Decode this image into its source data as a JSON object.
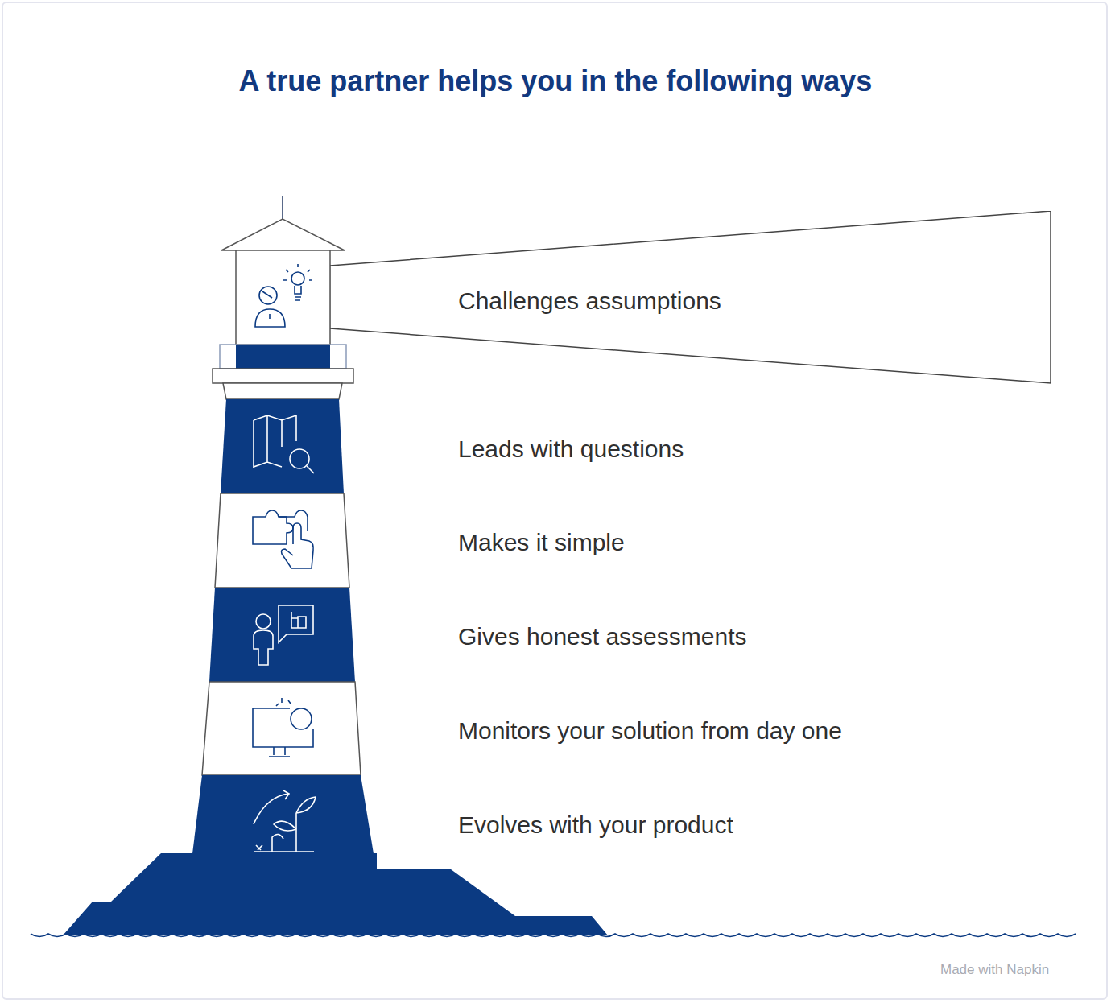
{
  "diagram": {
    "title": "A true partner helps you in the following ways",
    "nodes": [
      {
        "text": [
          "Challenges assumptions"
        ]
      }
    ],
    "labels": [
      "Leads with questions",
      "Makes it simple",
      "Gives honest assessments",
      "Monitors your solution from day one",
      "Evolves with your product",
      "Made with Napkin"
    ]
  }
}
